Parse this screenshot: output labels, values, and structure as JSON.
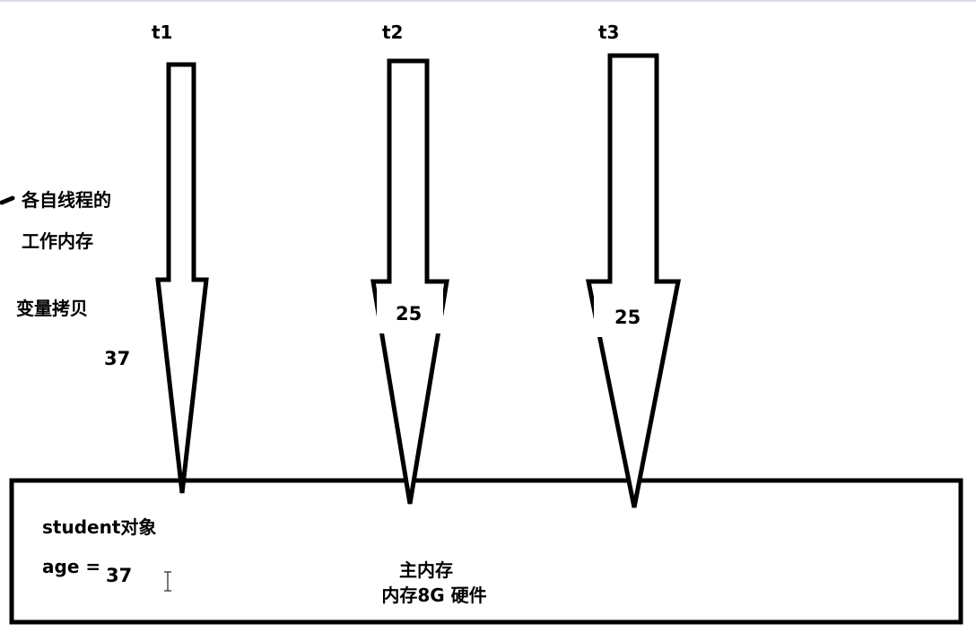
{
  "threads": [
    {
      "label": "t1",
      "copy_value": "37"
    },
    {
      "label": "t2",
      "copy_value": "25"
    },
    {
      "label": "t3",
      "copy_value": "25"
    }
  ],
  "side_labels": {
    "line1": "各自线程的",
    "line2": "工作内存",
    "line3": "变量拷贝"
  },
  "main_memory": {
    "object_label": "student对象",
    "field_label": "age =",
    "field_value": "37",
    "title": "主内存",
    "subtitle": "内存8G 硬件"
  },
  "colors": {
    "stroke": "#000000",
    "background": "#ffffff",
    "top_border": "#d8dde8"
  },
  "icons": {
    "cursor": "text-cursor-icon"
  }
}
